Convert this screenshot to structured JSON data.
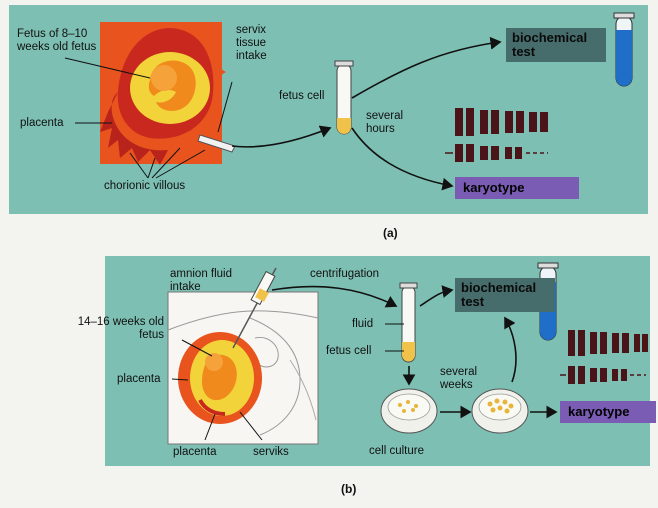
{
  "panel_a": {
    "caption": "(a)",
    "labels": {
      "fetus": "Fetus of 8–10 weeks old fetus",
      "servix_tissue": "servix tissue intake",
      "placenta": "placenta",
      "fetus_cell": "fetus cell",
      "several_hours": "several hours",
      "chorionic": "chorionic villous"
    },
    "biochemical": "biochemical test",
    "karyotype": "karyotype"
  },
  "panel_b": {
    "caption": "(b)",
    "labels": {
      "amnion": "amnion fluid intake",
      "centrifugation": "centrifugation",
      "fetus_age": "14–16 weeks old fetus",
      "fluid": "fluid",
      "fetus_cell": "fetus cell",
      "placenta_left": "placenta",
      "several_weeks": "several weeks",
      "placenta_bottom": "placenta",
      "serviks": "serviks",
      "cell_culture": "cell culture"
    },
    "biochemical": "biochemical test",
    "karyotype": "karyotype"
  },
  "colors": {
    "panel_bg": "#7dbfb3",
    "placenta_orange": "#e8531e",
    "fetus_yellow": "#f2d33a",
    "karyotype_box": "#7a5cb5",
    "biochem_box": "#466c6c",
    "chromosome": "#4a1418"
  }
}
